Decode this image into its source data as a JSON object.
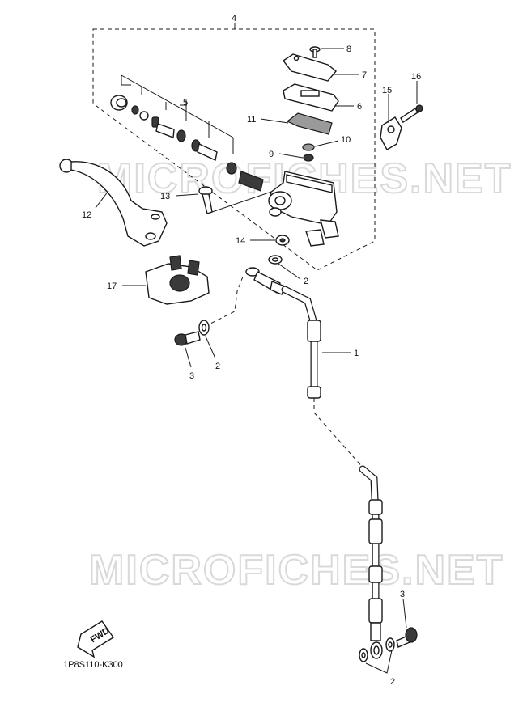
{
  "watermark": {
    "top": "MICROFICHES.NET",
    "bottom": "MICROFICHES.NET"
  },
  "callouts": {
    "c1": "1",
    "c2_upper": "2",
    "c2_left": "2",
    "c2_bottom": "2",
    "c3_left": "3",
    "c3_bottom": "3",
    "c4": "4",
    "c5": "5",
    "c6": "6",
    "c7": "7",
    "c8": "8",
    "c9": "9",
    "c10": "10",
    "c11": "11",
    "c12": "12",
    "c13": "13",
    "c14": "14",
    "c15": "15",
    "c16": "16",
    "c17": "17"
  },
  "fwd_badge": "FWD",
  "diagram_code": "1P8S110-K300"
}
